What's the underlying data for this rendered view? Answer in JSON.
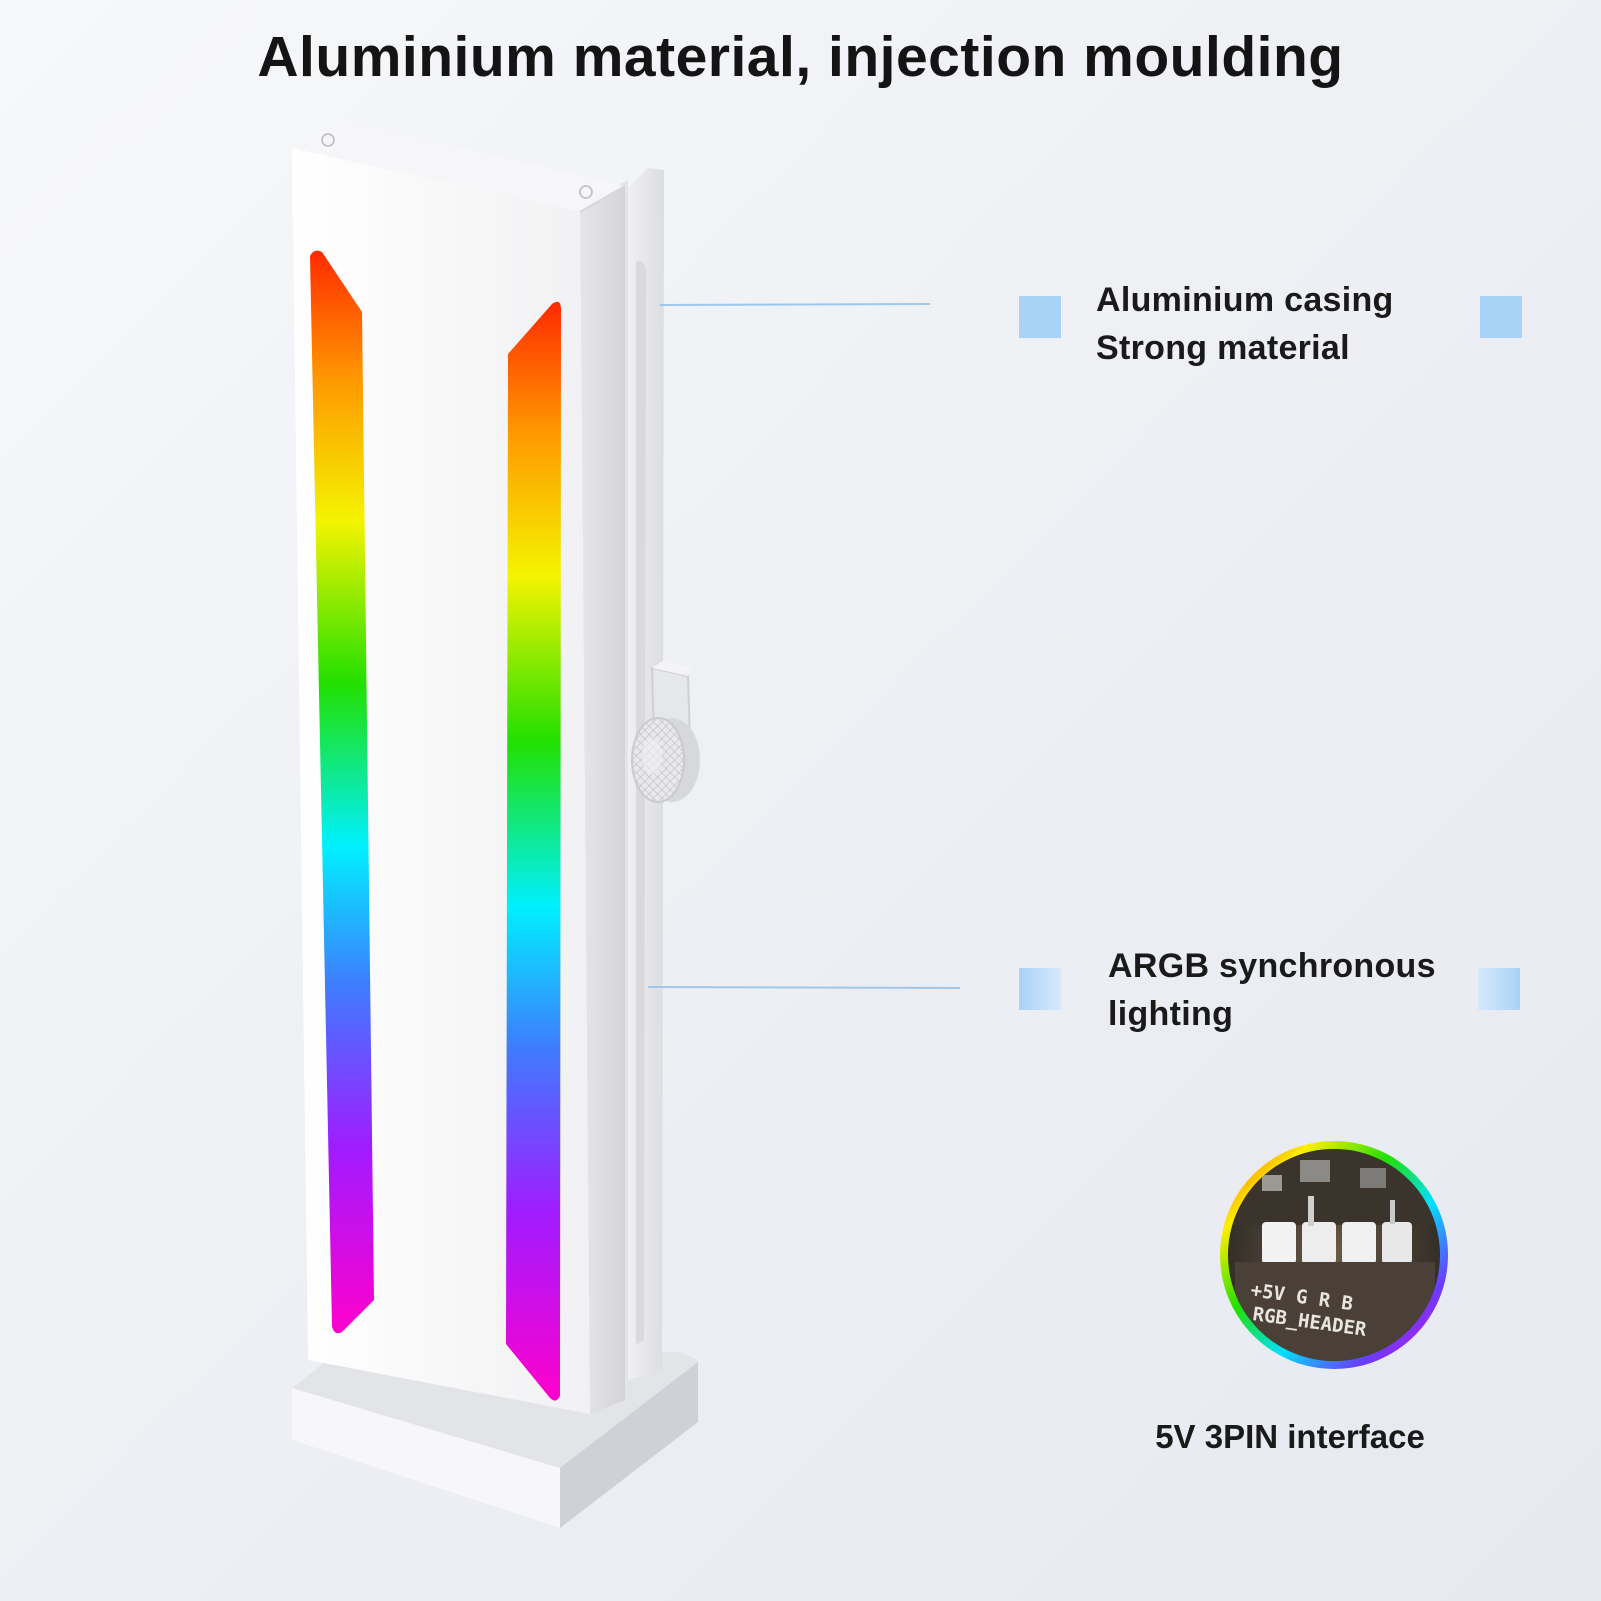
{
  "headline": "Aluminium material, injection moulding",
  "callouts": [
    {
      "lines": [
        "Aluminium casing",
        "Strong material"
      ]
    },
    {
      "lines": [
        "ARGB synchronous",
        "lighting"
      ]
    }
  ],
  "connector": {
    "caption": "5V 3PIN interface",
    "pin_labels": "+5V  G   R   B",
    "header_label": "RGB_HEADER"
  },
  "colors": {
    "marker": "#a9d2f7",
    "leader_line": "#9cc8ee",
    "rainbow": [
      "#ff2a00",
      "#ff9900",
      "#f4f400",
      "#22e000",
      "#00f0ff",
      "#3f7bff",
      "#a11bff",
      "#ff00cc"
    ]
  },
  "icons": [
    "product-image-gpu-support-bracket",
    "thumbscrew-icon",
    "rgb-header-icon"
  ]
}
